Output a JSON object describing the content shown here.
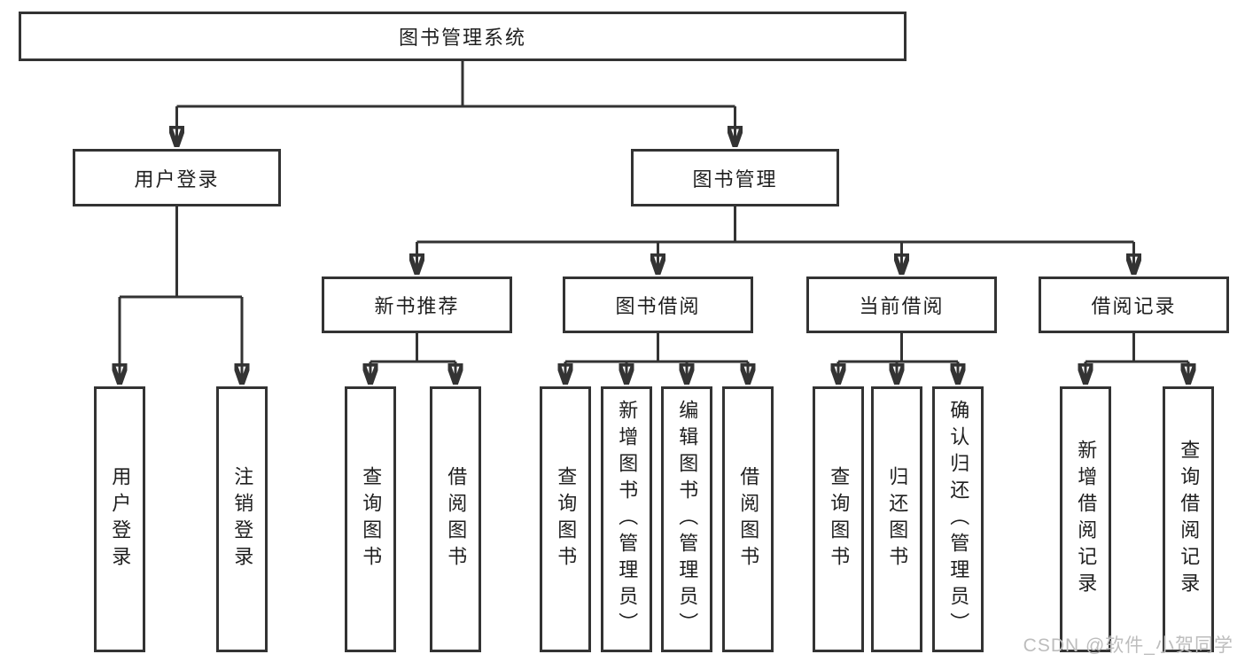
{
  "diagram": {
    "type": "tree",
    "root": {
      "label": "图书管理系统"
    },
    "branches": [
      {
        "label": "用户登录",
        "children": [
          {
            "label": "用户登录"
          },
          {
            "label": "注销登录"
          }
        ]
      },
      {
        "label": "图书管理",
        "children": [
          {
            "label": "新书推荐",
            "children": [
              {
                "label": "查询图书"
              },
              {
                "label": "借阅图书"
              }
            ]
          },
          {
            "label": "图书借阅",
            "children": [
              {
                "label": "查询图书"
              },
              {
                "label": "新增图书（管理员）"
              },
              {
                "label": "编辑图书（管理员）"
              },
              {
                "label": "借阅图书"
              }
            ]
          },
          {
            "label": "当前借阅",
            "children": [
              {
                "label": "查询图书"
              },
              {
                "label": "归还图书"
              },
              {
                "label": "确认归还（管理员）"
              }
            ]
          },
          {
            "label": "借阅记录",
            "children": [
              {
                "label": "新增借阅记录"
              },
              {
                "label": "查询借阅记录"
              }
            ]
          }
        ]
      }
    ]
  },
  "watermark": {
    "text": "CSDN @软件_小贺同学"
  },
  "colors": {
    "line": "#333333",
    "box_border": "#333333",
    "box_fill": "#ffffff",
    "text": "#1f1f1f",
    "watermark": "#bdbdbd",
    "background": "#ffffff"
  }
}
